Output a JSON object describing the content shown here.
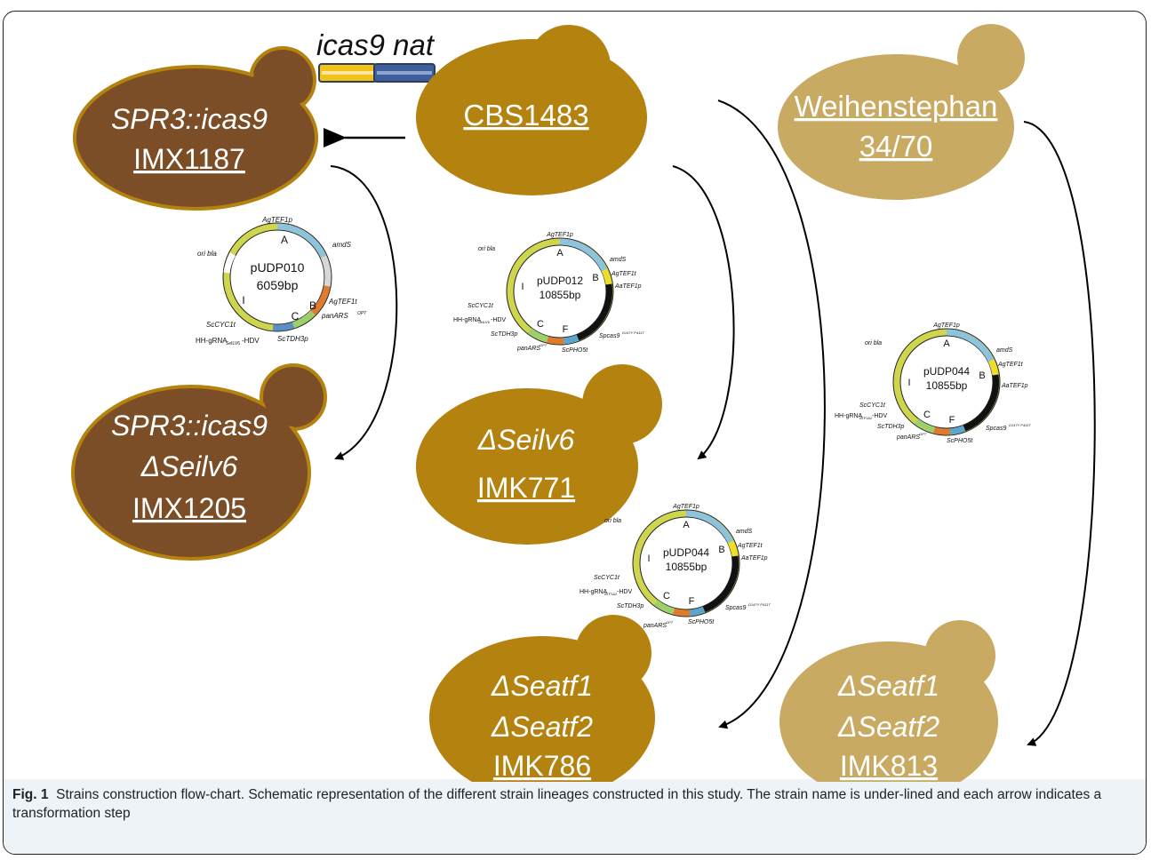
{
  "colors": {
    "dark_brown": "#7b4e27",
    "gold": "#b3820f",
    "tan": "#c8aa63",
    "bud_outline": "#b3820f",
    "arrow": "#000000"
  },
  "cassette": {
    "label": "icas9 nat",
    "yellow": "#f3c21a",
    "blue": "#3e5f9c"
  },
  "strains": {
    "cbs": {
      "name": "CBS1483"
    },
    "weih": {
      "line1": "Weihenstephan",
      "line2": "34/70"
    },
    "imx1187": {
      "genotype": "SPR3::icas9",
      "name": "IMX1187"
    },
    "imx1205": {
      "genotype1": "SPR3::icas9",
      "genotype2": "ΔSeilv6",
      "name": "IMX1205"
    },
    "imk771": {
      "genotype": "ΔSeilv6",
      "name": "IMK771"
    },
    "imk786": {
      "genotype1": "ΔSeatf1",
      "genotype2": "ΔSeatf2",
      "name": "IMK786"
    },
    "imk813": {
      "genotype1": "ΔSeatf1",
      "genotype2": "ΔSeatf2",
      "name": "IMK813"
    }
  },
  "plasmids": {
    "p010": {
      "name": "pUDP010",
      "size": "6059bp",
      "A": "A",
      "B": "B",
      "C": "C",
      "I": "I",
      "agtef1p": "AgTEF1p",
      "amds": "amdS",
      "agtef1t": "AgTEF1t",
      "panars": "panARS",
      "panars_sup": "OPT",
      "sctdh3p": "ScTDH3p",
      "hh": "HH-gRNA",
      "hh_sub": "SeILV6",
      "hh_end": "-HDV",
      "sccyc1t": "ScCYC1t",
      "oribla": "ori bla"
    },
    "p012": {
      "name": "pUDP012",
      "size": "10855bp",
      "A": "A",
      "B": "B",
      "C": "C",
      "F": "F",
      "I": "I",
      "agtef1p": "AgTEF1p",
      "amds": "amdS",
      "agtef1t": "AgTEF1t",
      "aatef1p": "AaTEF1p",
      "spcas9": "Spcas9",
      "spcas9_sup": "D147Y P411T",
      "scpho5t": "ScPHO5t",
      "panars": "panARS",
      "panars_sup": "OPT",
      "sctdh3p": "ScTDH3p",
      "hh": "HH-gRNA",
      "hh_sub": "SeILV6",
      "hh_end": "-HDV",
      "sccyc1t": "ScCYC1t",
      "oribla": "ori bla"
    },
    "p044a": {
      "name": "pUDP044",
      "size": "10855bp",
      "A": "A",
      "B": "B",
      "C": "C",
      "F": "F",
      "I": "I",
      "agtef1p": "AgTEF1p",
      "amds": "amdS",
      "agtef1t": "AgTEF1t",
      "aatef1p": "AaTEF1p",
      "spcas9": "Spcas9",
      "spcas9_sup": "D147Y P411T",
      "scpho5t": "ScPHO5t",
      "panars": "panARS",
      "panars_sup": "OPT",
      "sctdh3p": "ScTDH3p",
      "hh": "HH-gRNA",
      "hh_sub": "ATF1&2",
      "hh_end": "-HDV",
      "sccyc1t": "ScCYC1t",
      "oribla": "ori bla"
    },
    "p044b": {
      "name": "pUDP044",
      "size": "10855bp",
      "A": "A",
      "B": "B",
      "C": "C",
      "F": "F",
      "I": "I",
      "agtef1p": "AgTEF1p",
      "amds": "amdS",
      "agtef1t": "AgTEF1t",
      "aatef1p": "AaTEF1p",
      "spcas9": "Spcas9",
      "spcas9_sup": "D147Y P411T",
      "scpho5t": "ScPHO5t",
      "panars": "panARS",
      "panars_sup": "OPT",
      "sctdh3p": "ScTDH3p",
      "hh": "HH-gRNA",
      "hh_sub": "ATF1&2",
      "hh_end": "-HDV",
      "sccyc1t": "ScCYC1t",
      "oribla": "ori bla"
    }
  },
  "caption": {
    "label": "Fig. 1",
    "text": "Strains construction flow-chart. Schematic representation of the different strain lineages constructed in this study. The strain name is under-lined and each arrow indicates a transformation step"
  }
}
